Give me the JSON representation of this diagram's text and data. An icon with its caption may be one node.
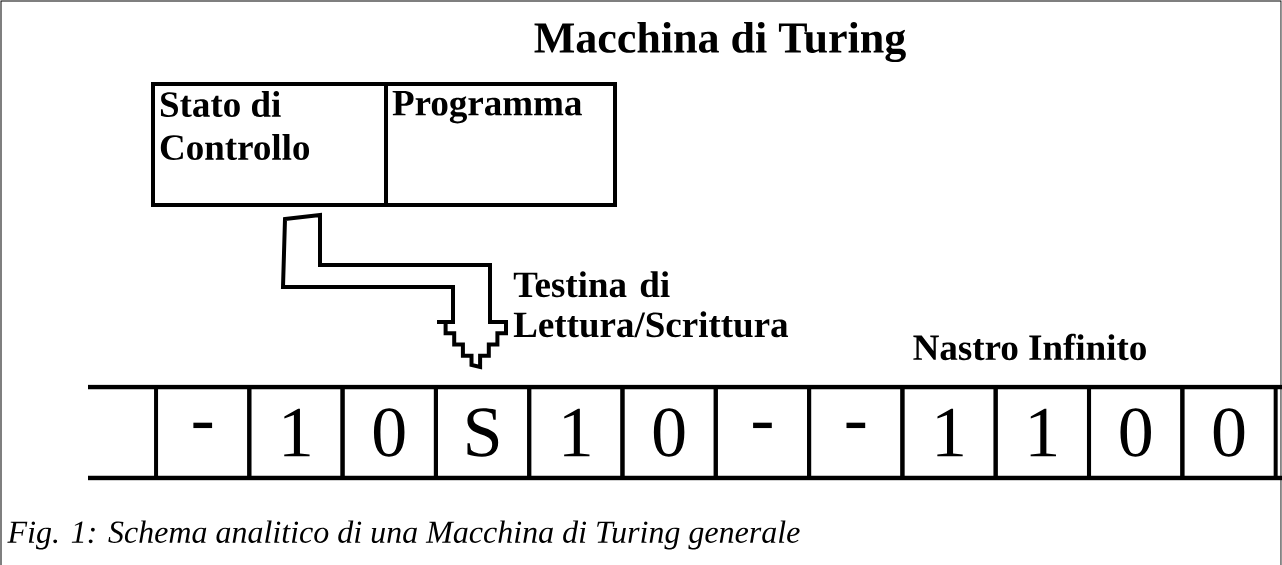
{
  "diagram": {
    "title": "Macchina di Turing",
    "caption": "Fig. 1: Schema analitico di una Macchina di Turing generale",
    "nodes": [
      {
        "text": [
          "Stato di Controllo"
        ]
      },
      {
        "text": [
          "Programma"
        ]
      },
      {
        "text": [
          "-"
        ]
      },
      {
        "text": [
          "1"
        ]
      },
      {
        "text": [
          "0"
        ]
      },
      {
        "text": [
          "S"
        ]
      },
      {
        "text": [
          "1"
        ]
      },
      {
        "text": [
          "0"
        ]
      },
      {
        "text": [
          "-"
        ]
      },
      {
        "text": [
          "-"
        ]
      },
      {
        "text": [
          "1"
        ]
      },
      {
        "text": [
          "1"
        ]
      },
      {
        "text": [
          "0"
        ]
      },
      {
        "text": [
          "0"
        ]
      }
    ],
    "edges": [
      {
        "from": 0,
        "to": 5,
        "arrow": "to",
        "label": "Testina di Lettura/Scrittura"
      }
    ],
    "labels": [
      "Nastro Infinito"
    ]
  }
}
